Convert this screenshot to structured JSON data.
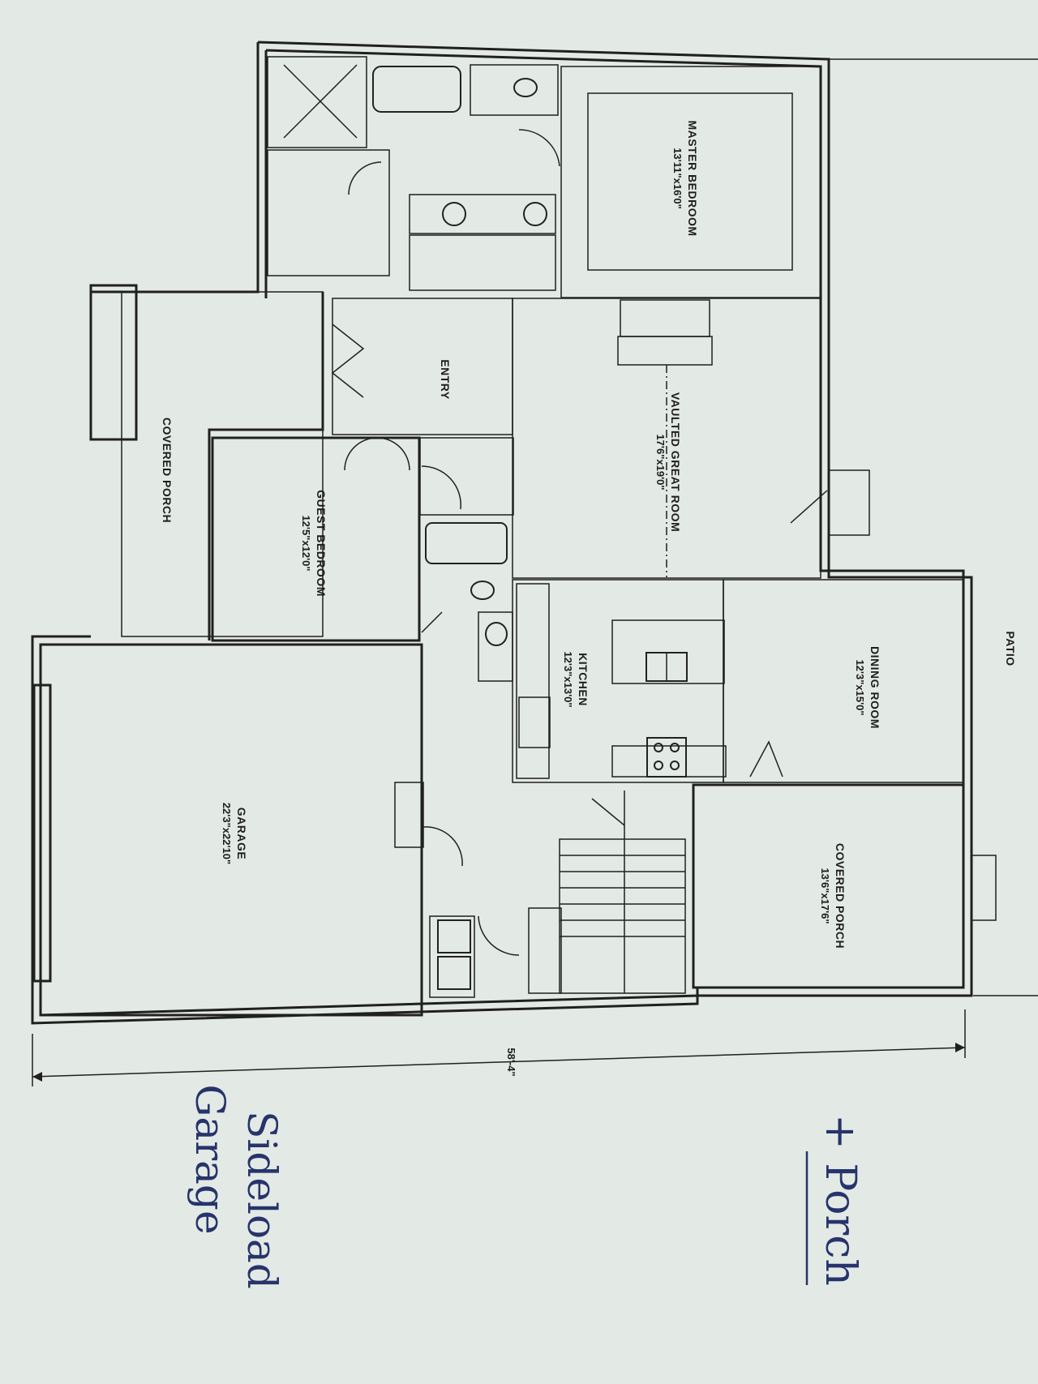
{
  "rooms": {
    "master_bedroom": {
      "name": "MASTER BEDROOM",
      "dim": "13'11\"x16'0\""
    },
    "entry": {
      "name": "ENTRY"
    },
    "great_room": {
      "name": "VAULTED GREAT ROOM",
      "dim": "17'6\"x19'0\""
    },
    "covered_porch_front": {
      "name": "COVERED PORCH"
    },
    "guest_bedroom": {
      "name": "GUEST BEDROOM",
      "dim": "12'5\"x12'0\""
    },
    "kitchen": {
      "name": "KITCHEN",
      "dim": "12'3\"x13'0\""
    },
    "dining_room": {
      "name": "DINING ROOM",
      "dim": "12'3\"x15'0\""
    },
    "garage": {
      "name": "GARAGE",
      "dim": "22'3\"x22'10\""
    },
    "covered_porch_rear": {
      "name": "COVERED PORCH",
      "dim": "13'6\"x17'6\""
    }
  },
  "patio_label": "PATIO",
  "overall_width": "58'-4\"",
  "handwritten": {
    "porch_note": "+ Porch",
    "garage_note_line1": "Sideload",
    "garage_note_line2": "Garage"
  },
  "colors": {
    "paper": "#e3e9e5",
    "line": "#202020",
    "ink": "#27346b"
  }
}
